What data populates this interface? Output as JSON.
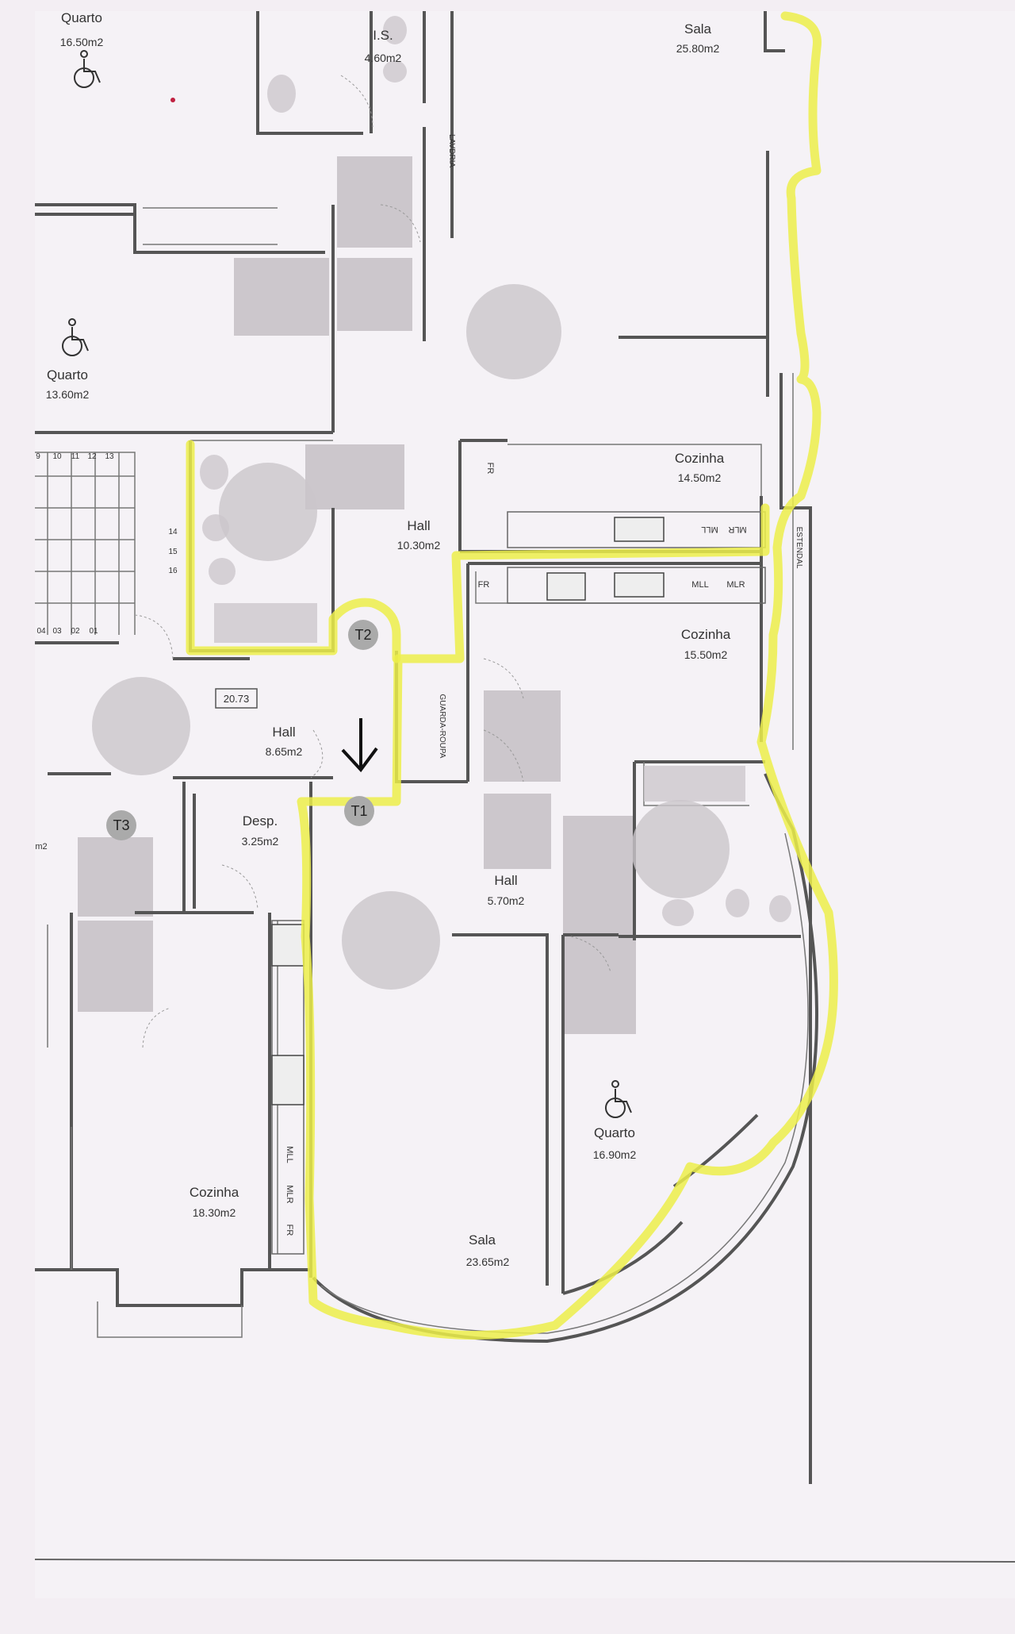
{
  "rooms": {
    "quarto_top_left": {
      "name": "Quarto",
      "area": "16.50m2"
    },
    "is_top": {
      "name": "I.S.",
      "area": "4.60m2"
    },
    "sala_top": {
      "name": "Sala",
      "area": "25.80m2"
    },
    "quarto_left": {
      "name": "Quarto",
      "area": "13.60m2"
    },
    "cozinha_upper": {
      "name": "Cozinha",
      "area": "14.50m2"
    },
    "hall_upper": {
      "name": "Hall",
      "area": "10.30m2"
    },
    "cozinha_mid": {
      "name": "Cozinha",
      "area": "15.50m2"
    },
    "hall_left": {
      "name": "Hall",
      "area": "8.65m2"
    },
    "desp": {
      "name": "Desp.",
      "area": "3.25m2"
    },
    "hall_small": {
      "name": "Hall",
      "area": "5.70m2"
    },
    "quarto_right": {
      "name": "Quarto",
      "area": "16.90m2"
    },
    "cozinha_lower": {
      "name": "Cozinha",
      "area": "18.30m2"
    },
    "sala_lower": {
      "name": "Sala",
      "area": "23.65m2"
    }
  },
  "markers": {
    "t1": "T1",
    "t2": "T2",
    "t3": "T3"
  },
  "dimension": "20.73",
  "small_labels": {
    "lavandaria": "LAVDRIA",
    "estendal": "ESTENDAL",
    "guarda_roupa": "GUARDA-ROUPA",
    "fr": "FR",
    "mll": "MLL",
    "mlr": "MLR",
    "partial_area": "m2"
  },
  "stairs": [
    "9",
    "10",
    "11",
    "12",
    "13",
    "14",
    "15",
    "16",
    "04",
    "03",
    "02",
    "01"
  ],
  "colors": {
    "highlight": "#ecef4a",
    "paper": "#f3eef3",
    "wall": "#555555"
  }
}
